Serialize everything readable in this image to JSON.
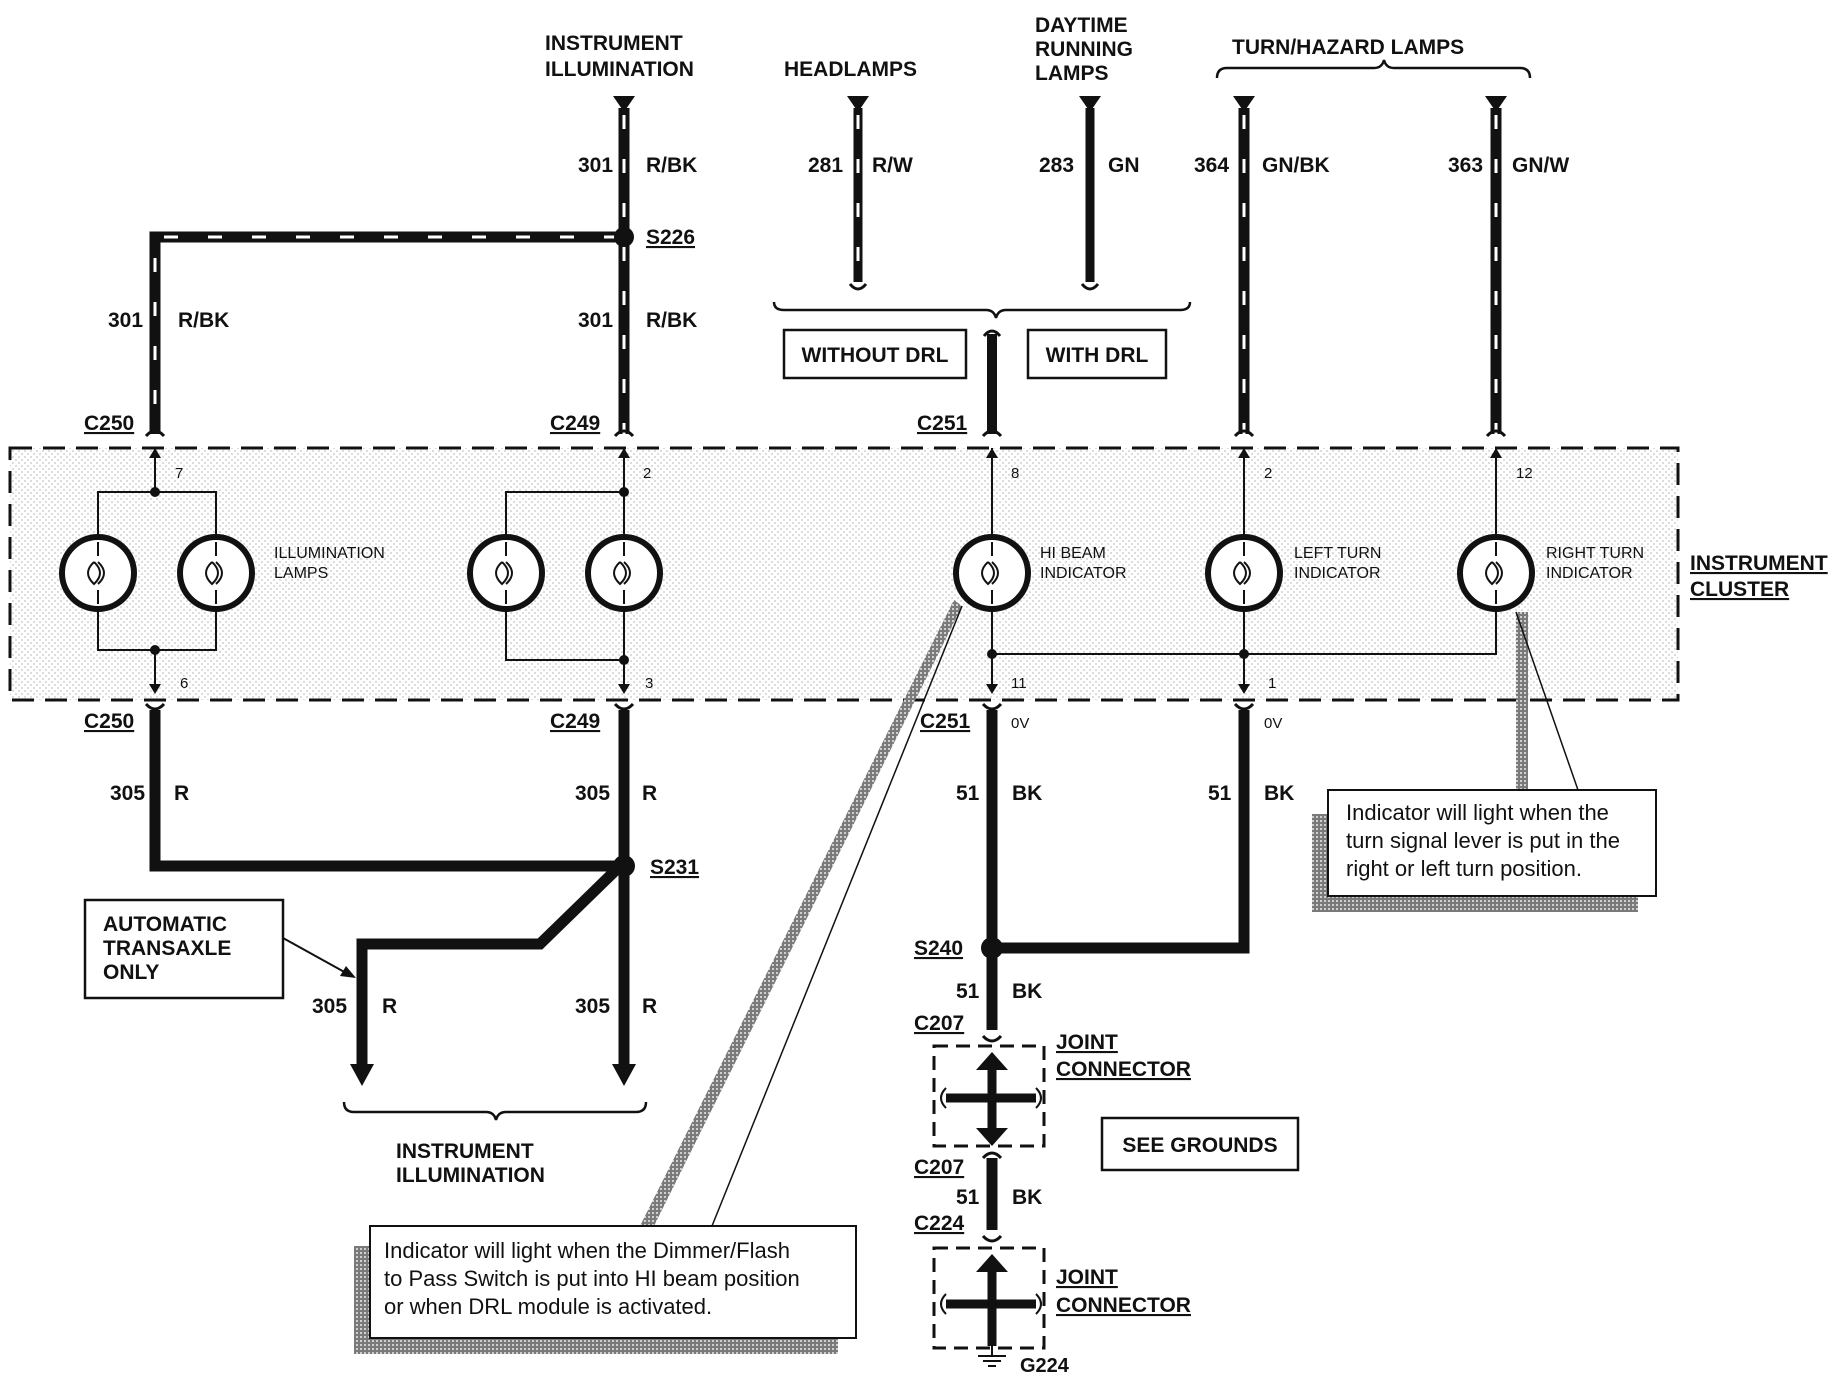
{
  "top_labels": {
    "instrument_illumination": [
      "INSTRUMENT",
      "ILLUMINATION"
    ],
    "headlamps": "HEADLAMPS",
    "daytime_running_lamps": [
      "DAYTIME",
      "RUNNING",
      "LAMPS"
    ],
    "turn_hazard_lamps": "TURN/HAZARD LAMPS"
  },
  "wires": {
    "w301_top": {
      "circuit": "301",
      "color": "R/BK"
    },
    "w281": {
      "circuit": "281",
      "color": "R/W"
    },
    "w283": {
      "circuit": "283",
      "color": "GN"
    },
    "w364": {
      "circuit": "364",
      "color": "GN/BK"
    },
    "w363": {
      "circuit": "363",
      "color": "GN/W"
    },
    "w301_left": {
      "circuit": "301",
      "color": "R/BK"
    },
    "w301_mid": {
      "circuit": "301",
      "color": "R/BK"
    },
    "w305_left": {
      "circuit": "305",
      "color": "R"
    },
    "w305_mid": {
      "circuit": "305",
      "color": "R"
    },
    "w305_auto": {
      "circuit": "305",
      "color": "R"
    },
    "w305_bottom": {
      "circuit": "305",
      "color": "R"
    },
    "w51_a": {
      "circuit": "51",
      "color": "BK"
    },
    "w51_b": {
      "circuit": "51",
      "color": "BK"
    },
    "w51_c": {
      "circuit": "51",
      "color": "BK"
    },
    "w51_d": {
      "circuit": "51",
      "color": "BK"
    }
  },
  "splices": {
    "s226": "S226",
    "s231": "S231",
    "s240": "S240"
  },
  "connectors": {
    "c250_top": "C250",
    "c249_top": "C249",
    "c251_top": "C251",
    "c250_bottom": "C250",
    "c249_bottom": "C249",
    "c251_bottom": "C251",
    "c207_top": "C207",
    "c207_bottom": "C207",
    "c224": "C224",
    "g224": "G224"
  },
  "pins": {
    "p7": "7",
    "p2a": "2",
    "p8": "8",
    "p2b": "2",
    "p12": "12",
    "p6": "6",
    "p3": "3",
    "p11": "11",
    "p1": "1"
  },
  "voltages": {
    "v1": "0V",
    "v2": "0V"
  },
  "boxes": {
    "without_drl": "WITHOUT DRL",
    "with_drl": "WITH DRL",
    "automatic_transaxle": [
      "AUTOMATIC",
      "TRANSAXLE",
      "ONLY"
    ],
    "see_grounds": "SEE GROUNDS"
  },
  "cluster": {
    "label": [
      "INSTRUMENT",
      "CLUSTER"
    ],
    "illumination_lamps": [
      "ILLUMINATION",
      "LAMPS"
    ],
    "hi_beam": [
      "HI BEAM",
      "INDICATOR"
    ],
    "left_turn": [
      "LEFT TURN",
      "INDICATOR"
    ],
    "right_turn": [
      "RIGHT TURN",
      "INDICATOR"
    ]
  },
  "joint_connector": [
    "JOINT",
    "CONNECTOR"
  ],
  "bottom_label": [
    "INSTRUMENT",
    "ILLUMINATION"
  ],
  "notes": {
    "turn_note": [
      "Indicator will light when the",
      "turn signal lever is put in the",
      "right or left turn position."
    ],
    "hibeam_note": [
      "Indicator will light when the Dimmer/Flash",
      "to Pass Switch is put into HI beam position",
      "or when DRL module is activated."
    ]
  }
}
